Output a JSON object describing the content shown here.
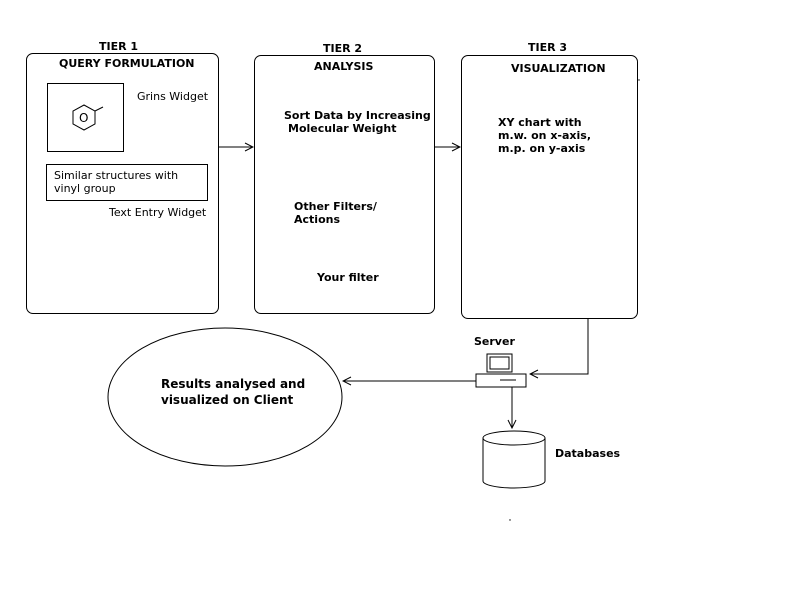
{
  "tiers": [
    {
      "heading": "TIER 1",
      "title": "QUERY FORMULATION"
    },
    {
      "heading": "TIER 2",
      "title": "ANALYSIS"
    },
    {
      "heading": "TIER 3",
      "title": "VISUALIZATION"
    }
  ],
  "tier1": {
    "widget_symbol": "O",
    "grins_label": "Grins Widget",
    "text_entry_value": "Similar structures with vinyl group",
    "text_entry_label": "Text Entry Widget"
  },
  "tier2": {
    "steps": [
      {
        "line1": "Sort Data by Increasing",
        "line2": "Molecular Weight"
      },
      {
        "line1": "Other Filters/",
        "line2": "Actions"
      },
      {
        "line1": "Your filter",
        "line2": ""
      }
    ]
  },
  "tier3": {
    "chart_line1": "XY chart with",
    "chart_line2": "m.w. on  x-axis,",
    "chart_line3": "m.p. on y-axis"
  },
  "server_label": "Server",
  "databases_label": "Databases",
  "client": {
    "line1": "Results analysed and",
    "line2": "visualized on Client"
  }
}
